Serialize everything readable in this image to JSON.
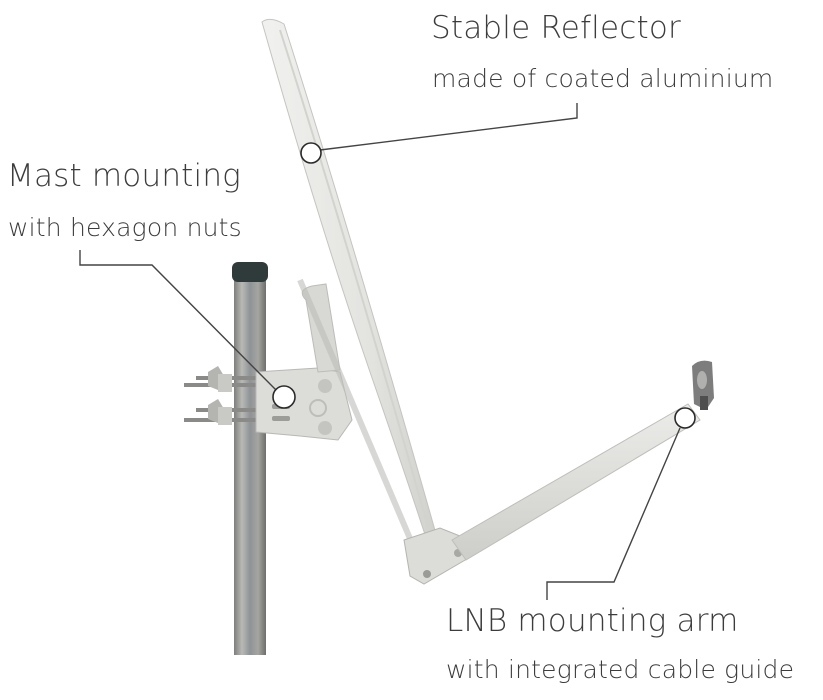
{
  "callouts": [
    {
      "id": "reflector",
      "title": "Stable Reflector",
      "subtitle": "made of coated aluminium"
    },
    {
      "id": "mast",
      "title": "Mast mounting",
      "subtitle": "with hexagon nuts"
    },
    {
      "id": "lnb-arm",
      "title": "LNB mounting arm",
      "subtitle": "with integrated cable guide"
    }
  ],
  "colors": {
    "background": "#ffffff",
    "text": "#3c3c3c",
    "leader_line": "#444444",
    "dish": "#e6e6e3",
    "dish_shadow": "#c9c9c5",
    "mast": "#9a9a98",
    "mast_cap": "#2f3a3a",
    "lnb_holder": "#7d7d7d"
  }
}
